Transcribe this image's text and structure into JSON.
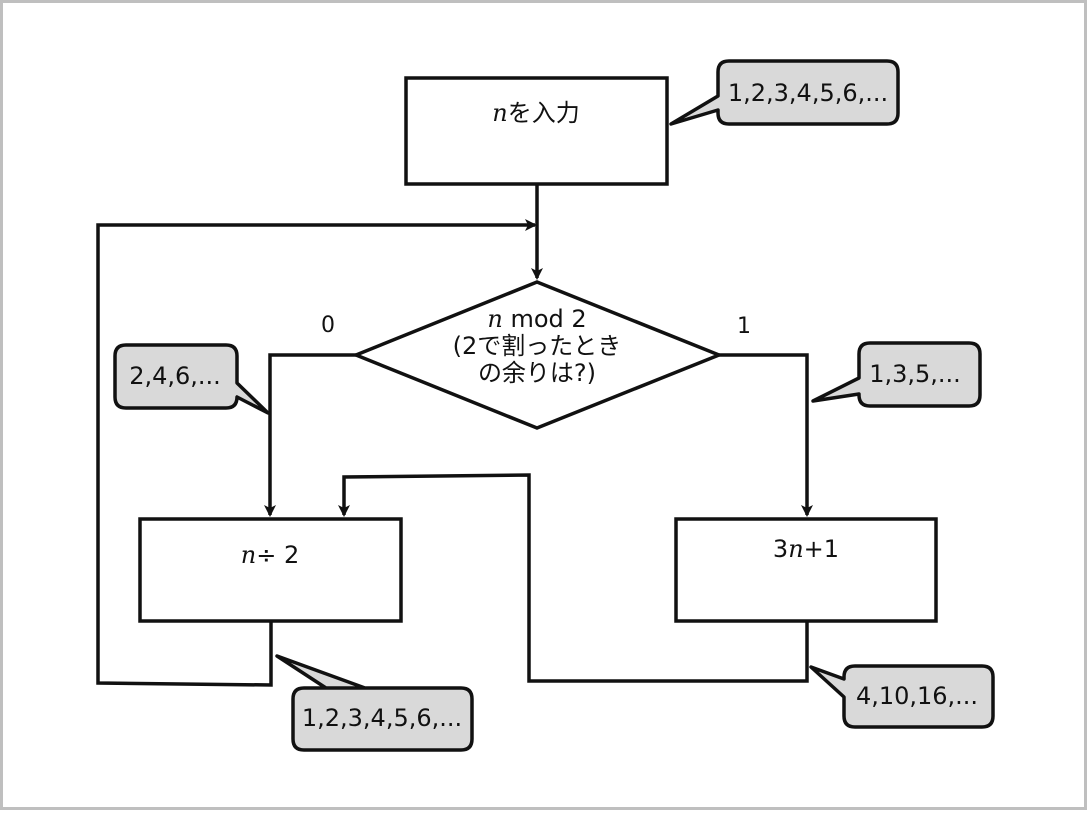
{
  "nodes": {
    "input": {
      "var": "n",
      "text": "を入力"
    },
    "decision": {
      "var": "n",
      "line1_rest": " mod 2",
      "line2": "(2で割ったとき",
      "line3": "の余りは?)"
    },
    "half": {
      "var": "n",
      "text": "÷ 2"
    },
    "triple": {
      "pre": "3",
      "var": "n",
      "post": "+1"
    }
  },
  "edges": {
    "even_label": "0",
    "odd_label": "1"
  },
  "callouts": {
    "input_values": "1,2,3,4,5,6,...",
    "even_values": "2,4,6,...",
    "odd_values": "1,3,5,...",
    "half_values": "1,2,3,4,5,6,...",
    "triple_values": "4,10,16,..."
  },
  "colors": {
    "callout_fill": "#d9d9d9",
    "stroke": "#111111",
    "frame": "#bfbfbf"
  }
}
